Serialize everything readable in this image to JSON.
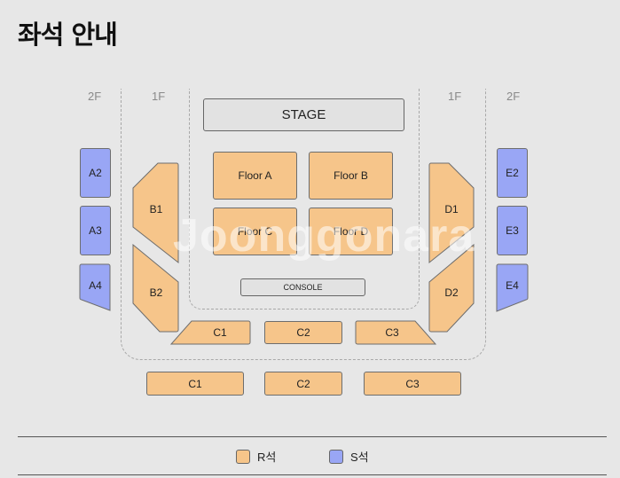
{
  "page": {
    "title": "좌석 안내"
  },
  "floors": {
    "left_2f": "2F",
    "left_1f": "1F",
    "right_1f": "1F",
    "right_2f": "2F"
  },
  "stage": "STAGE",
  "console": "CONSOLE",
  "seats": {
    "floor_a": "Floor A",
    "floor_b": "Floor B",
    "floor_c": "Floor C",
    "floor_d": "Floor D",
    "a2": "A2",
    "a3": "A3",
    "a4": "A4",
    "b1": "B1",
    "b2": "B2",
    "d1": "D1",
    "d2": "D2",
    "e2": "E2",
    "e3": "E3",
    "e4": "E4",
    "c1_upper": "C1",
    "c2_upper": "C2",
    "c3_upper": "C3",
    "c1_lower": "C1",
    "c2_lower": "C2",
    "c3_lower": "C3"
  },
  "legend": {
    "r_label": "R석",
    "s_label": "S석"
  },
  "colors": {
    "r_seat": "#f6c58a",
    "s_seat": "#99a6f5",
    "background": "#e7e7e7"
  },
  "watermark": "Joonggonara"
}
